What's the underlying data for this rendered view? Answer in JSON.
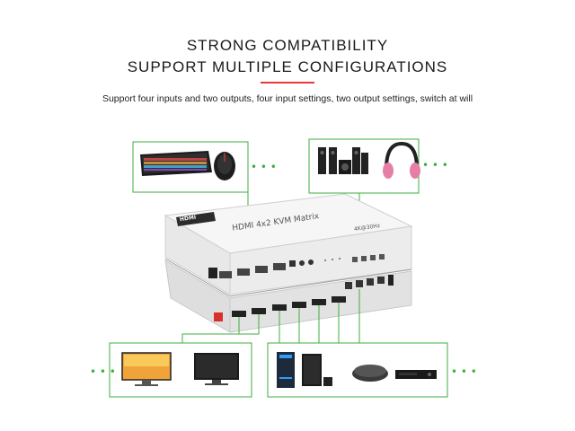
{
  "heading": {
    "line1": "STRONG COMPATIBILITY",
    "line2": "SUPPORT MULTIPLE CONFIGURATIONS",
    "accent_color": "#e53935"
  },
  "subtitle": "Support four inputs and two outputs, four input settings, two output settings, switch at will",
  "device": {
    "logo": "HDMI",
    "model": "HDMI 4x2 KVM Matrix",
    "resolution": "4K@30Hz"
  },
  "colors": {
    "connector_green": "#3fae3f",
    "device_body": "#f3f3f3"
  },
  "icons": [
    "keyboard-icon",
    "mouse-icon",
    "speakers-icon",
    "headphones-icon",
    "monitor-icon",
    "tv-icon",
    "pc-tower-icon",
    "game-console-icon",
    "media-player-icon",
    "dvd-player-icon"
  ]
}
